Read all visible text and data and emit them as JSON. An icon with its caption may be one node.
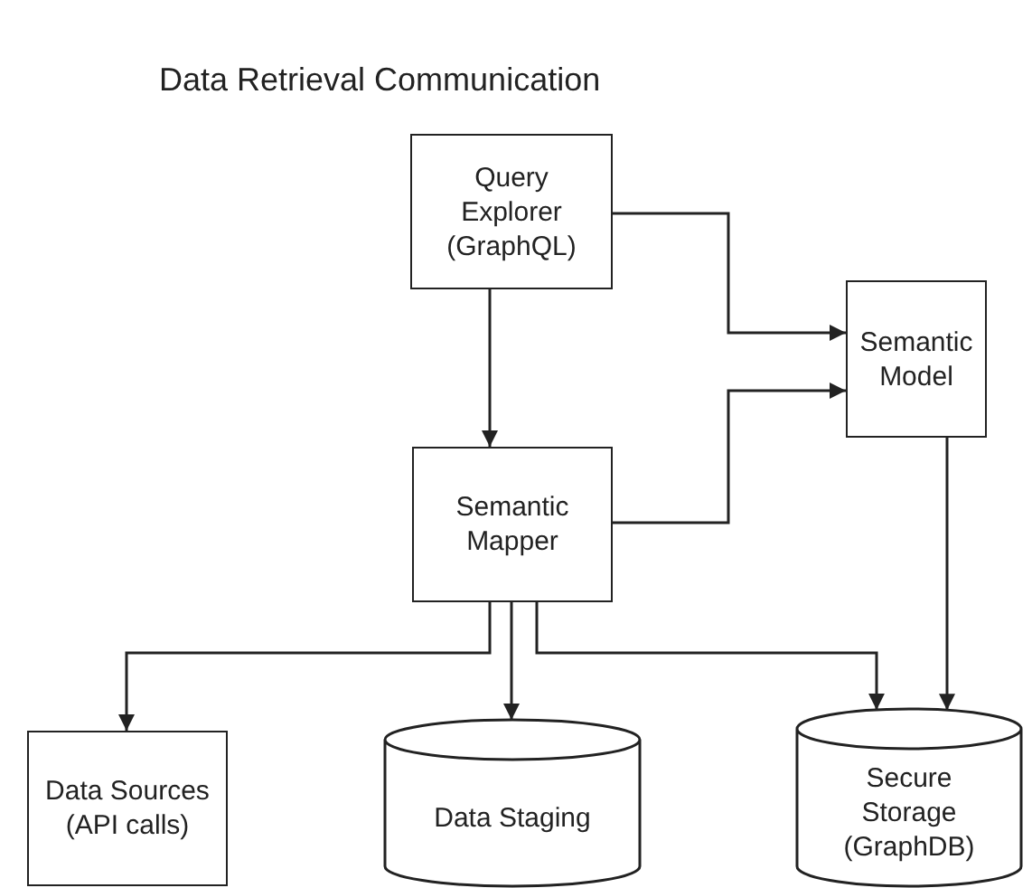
{
  "diagram": {
    "title": "Data Retrieval Communication",
    "nodes": [
      {
        "text": [
          "Query Explorer (GraphQL)"
        ]
      },
      {
        "text": [
          "Semantic Model"
        ]
      },
      {
        "text": [
          "Semantic Mapper"
        ]
      },
      {
        "text": [
          "Data Sources (API calls)"
        ]
      },
      {
        "text": [
          "Data Staging"
        ]
      },
      {
        "text": [
          "Secure Storage (GraphDB)"
        ]
      }
    ],
    "edges": [
      {
        "from": 0,
        "to": 2,
        "arrow": "to"
      },
      {
        "from": 0,
        "to": 1,
        "arrow": "to"
      },
      {
        "from": 2,
        "to": 1,
        "arrow": "to"
      },
      {
        "from": 2,
        "to": 3,
        "arrow": "to"
      },
      {
        "from": 2,
        "to": 4,
        "arrow": "to"
      },
      {
        "from": 2,
        "to": 5,
        "arrow": "to"
      },
      {
        "from": 1,
        "to": 5,
        "arrow": "to"
      }
    ]
  }
}
